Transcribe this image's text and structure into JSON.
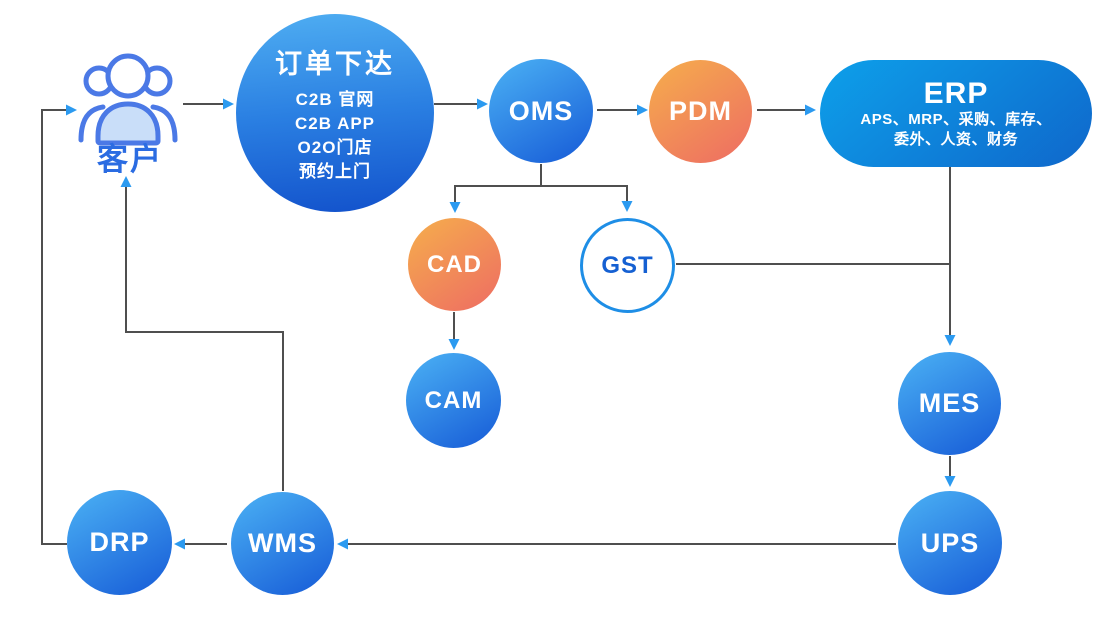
{
  "nodes": {
    "customer": {
      "label": "客户"
    },
    "order": {
      "title": "订单下达",
      "lines": [
        "C2B 官网",
        "C2B APP",
        "O2O门店",
        "预约上门"
      ]
    },
    "oms": {
      "label": "OMS"
    },
    "pdm": {
      "label": "PDM"
    },
    "erp": {
      "title": "ERP",
      "sub1": "APS、MRP、采购、库存、",
      "sub2": "委外、人资、财务"
    },
    "cad": {
      "label": "CAD"
    },
    "gst": {
      "label": "GST"
    },
    "cam": {
      "label": "CAM"
    },
    "mes": {
      "label": "MES"
    },
    "ups": {
      "label": "UPS"
    },
    "wms": {
      "label": "WMS"
    },
    "drp": {
      "label": "DRP"
    }
  },
  "edges": [
    {
      "from": "客户",
      "to": "订单下达"
    },
    {
      "from": "订单下达",
      "to": "OMS"
    },
    {
      "from": "OMS",
      "to": "PDM"
    },
    {
      "from": "PDM",
      "to": "ERP"
    },
    {
      "from": "OMS",
      "to": "CAD"
    },
    {
      "from": "OMS",
      "to": "GST"
    },
    {
      "from": "CAD",
      "to": "CAM"
    },
    {
      "from": "GST",
      "to": "MES"
    },
    {
      "from": "ERP",
      "to": "MES"
    },
    {
      "from": "MES",
      "to": "UPS"
    },
    {
      "from": "UPS",
      "to": "WMS"
    },
    {
      "from": "WMS",
      "to": "DRP"
    },
    {
      "from": "WMS",
      "to": "客户"
    },
    {
      "from": "DRP",
      "to": "客户"
    }
  ],
  "colors": {
    "line": "#4f4f4f",
    "arrowhead": "#2b9af0",
    "blue_node_start": "#47abf2",
    "blue_node_end": "#1a61d9",
    "order_start": "#4faef2",
    "order_end": "#1251cb",
    "orange_start": "#f5ab4d",
    "orange_end": "#ee6f62",
    "erp_start": "#0da0ea",
    "erp_end": "#0f67cb",
    "gst_border": "#1e8ee6",
    "gst_text": "#1560d2",
    "customer_label": "#2b6ce2",
    "customer_icon_stroke": "#4b79e6",
    "customer_icon_fill": "#c9def9"
  }
}
